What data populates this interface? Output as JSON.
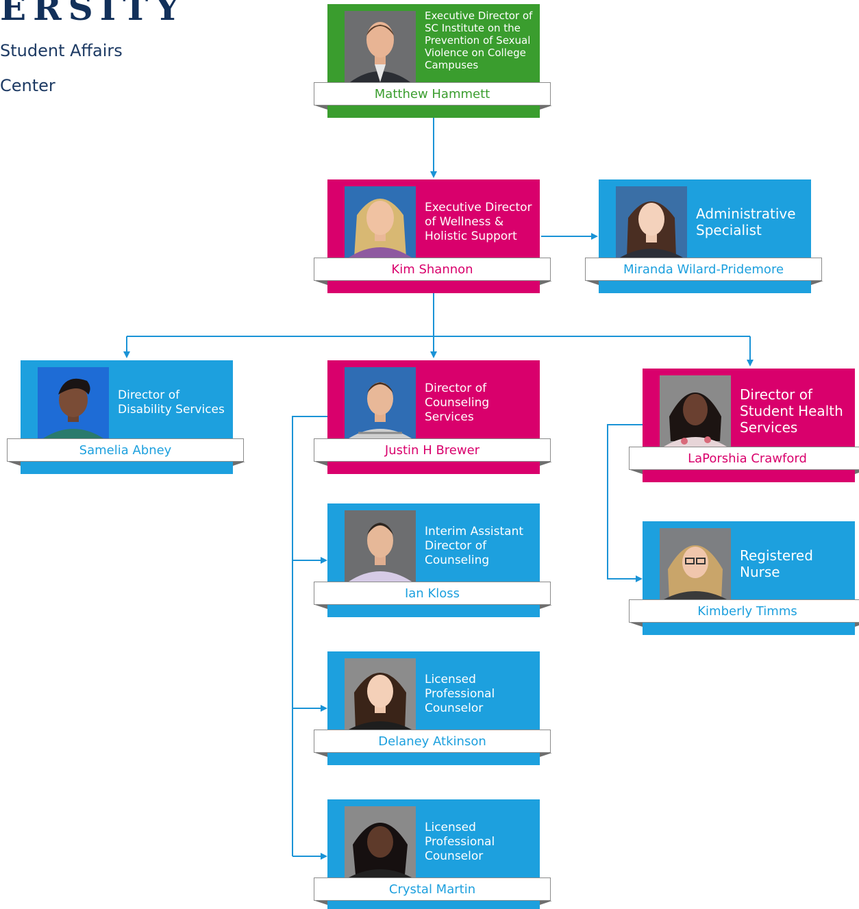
{
  "header": {
    "wordmark": "ERSITY",
    "line1": "Student Affairs",
    "line2": "Center"
  },
  "colors": {
    "green": "#3a9d2e",
    "pink": "#d9006c",
    "blue": "#1da0de",
    "connector": "#1a93d6"
  },
  "nodes": [
    {
      "id": "hammett",
      "color": "green",
      "title": "Executive Director of SC Institute on the Prevention of Sexual Violence on College Campuses",
      "name": "Matthew Hammett"
    },
    {
      "id": "shannon",
      "color": "pink",
      "title": "Executive Director of Wellness & Holistic Support",
      "name": "Kim Shannon"
    },
    {
      "id": "wilard",
      "color": "blue",
      "title": "Administrative Specialist",
      "name": "Miranda Wilard-Pridemore"
    },
    {
      "id": "abney",
      "color": "blue",
      "title": "Director of Disability Services",
      "name": "Samelia Abney"
    },
    {
      "id": "brewer",
      "color": "pink",
      "title": "Director of Counseling Services",
      "name": "Justin H Brewer"
    },
    {
      "id": "crawford",
      "color": "pink",
      "title": "Director of Student Health Services",
      "name": "LaPorshia Crawford"
    },
    {
      "id": "kloss",
      "color": "blue",
      "title": "Interim Assistant Director of Counseling",
      "name": "Ian Kloss"
    },
    {
      "id": "timms",
      "color": "blue",
      "title": "Registered Nurse",
      "name": "Kimberly Timms"
    },
    {
      "id": "atkinson",
      "color": "blue",
      "title": "Licensed Professional Counselor",
      "name": "Delaney Atkinson"
    },
    {
      "id": "martin",
      "color": "blue",
      "title": "Licensed Professional Counselor",
      "name": "Crystal Martin"
    }
  ]
}
